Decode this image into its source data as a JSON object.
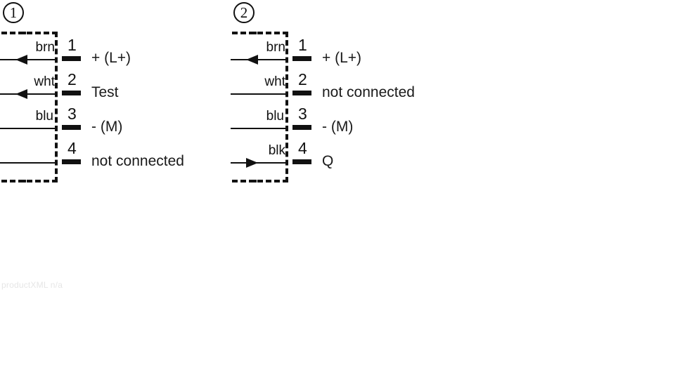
{
  "watermark": "productXML  n/a",
  "colors": {
    "ink": "#111111",
    "background": "#ffffff",
    "watermark": "#e6e6e6"
  },
  "diagrams": [
    {
      "index_label": "1",
      "rows": [
        {
          "pin": "1",
          "wire": "brn",
          "arrow": "left",
          "function": "+ (L+)"
        },
        {
          "pin": "2",
          "wire": "wht",
          "arrow": "left",
          "function": "Test"
        },
        {
          "pin": "3",
          "wire": "blu",
          "arrow": "none",
          "function": "- (M)"
        },
        {
          "pin": "4",
          "wire": "",
          "arrow": "none",
          "function": "not connected"
        }
      ]
    },
    {
      "index_label": "2",
      "rows": [
        {
          "pin": "1",
          "wire": "brn",
          "arrow": "left",
          "function": "+ (L+)"
        },
        {
          "pin": "2",
          "wire": "wht",
          "arrow": "none",
          "function": "not connected"
        },
        {
          "pin": "3",
          "wire": "blu",
          "arrow": "none",
          "function": "- (M)"
        },
        {
          "pin": "4",
          "wire": "blk",
          "arrow": "right",
          "function": "Q"
        }
      ]
    }
  ]
}
